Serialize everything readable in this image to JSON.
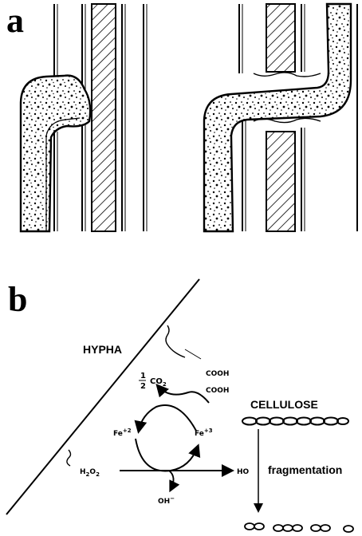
{
  "panel_a": {
    "letter": "a"
  },
  "panel_b": {
    "letter": "b",
    "hypha_label": "HYPHA",
    "cellulose_label": "CELLULOSE",
    "fragmentation_label": "fragmentation",
    "species": {
      "co2_half_numerator": "1",
      "co2_half_denominator": "2",
      "co2_text": "CO",
      "co2_sub": "2",
      "cooh_top": "COOH",
      "cooh_bottom": "COOH",
      "fe2_text": "Fe",
      "fe2_sup": "+2",
      "fe3_text": "Fe",
      "fe3_sup": "+3",
      "h2o2_h": "H",
      "h2o2_sub1": "2",
      "h2o2_o": "O",
      "h2o2_sub2": "2",
      "ho_text": "HO",
      "oh_text": "OH",
      "oh_sup": "−"
    }
  },
  "colors": {
    "ink": "#000000",
    "paper": "#ffffff"
  }
}
